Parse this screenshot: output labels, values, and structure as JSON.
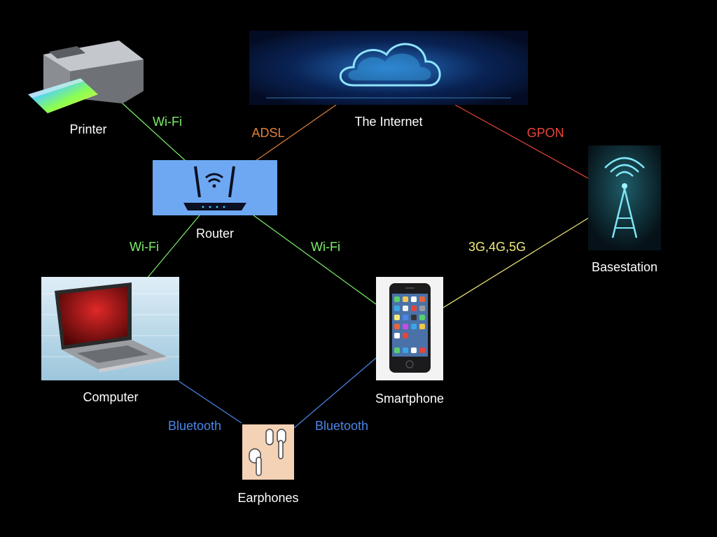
{
  "colors": {
    "wifi": "#7cf06a",
    "adsl": "#e0803a",
    "gpon": "#e8443a",
    "cellular": "#f2ea7a",
    "bluetooth": "#4a86e8",
    "label": "#ffffff",
    "background": "#000000"
  },
  "nodes": {
    "printer": {
      "label": "Printer",
      "icon": "printer-icon"
    },
    "internet": {
      "label": "The Internet",
      "icon": "cloud-icon"
    },
    "router": {
      "label": "Router",
      "icon": "router-icon"
    },
    "basestation": {
      "label": "Basestation",
      "icon": "cell-tower-icon"
    },
    "computer": {
      "label": "Computer",
      "icon": "laptop-icon"
    },
    "smartphone": {
      "label": "Smartphone",
      "icon": "smartphone-icon"
    },
    "earphones": {
      "label": "Earphones",
      "icon": "earbuds-icon"
    }
  },
  "links": {
    "printer_router": {
      "label": "Wi-Fi",
      "color": "#7cf06a"
    },
    "router_internet": {
      "label": "ADSL",
      "color": "#e0803a"
    },
    "internet_basestation": {
      "label": "GPON",
      "color": "#e8443a"
    },
    "router_computer": {
      "label": "Wi-Fi",
      "color": "#7cf06a"
    },
    "router_smartphone": {
      "label": "Wi-Fi",
      "color": "#7cf06a"
    },
    "basestation_smartphone": {
      "label": "3G,4G,5G",
      "color": "#f2ea7a"
    },
    "computer_earphones": {
      "label": "Bluetooth",
      "color": "#4a86e8"
    },
    "smartphone_earphones": {
      "label": "Bluetooth",
      "color": "#4a86e8"
    }
  }
}
